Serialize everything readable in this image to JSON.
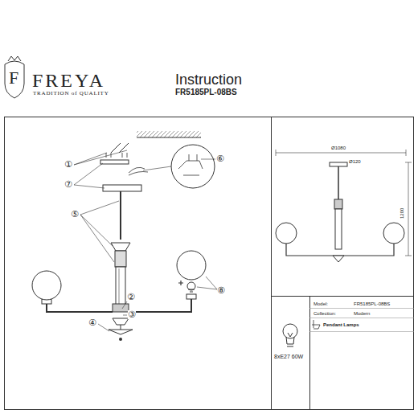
{
  "diagram": {
    "title": "Instruction",
    "labels": [
      "F",
      "FREYA",
      "TRADITION of QUALITY",
      "FR5185PL-08BS",
      "①",
      "⑦",
      "⑥",
      "⑤",
      "②",
      "③",
      "④",
      "⑧",
      "Ø1080",
      "Ø120",
      "1200",
      "8xE27 60W",
      "Model:",
      "FR5185PL-08BS",
      "Collection:",
      "Modern",
      "Pendant Lamps"
    ]
  }
}
